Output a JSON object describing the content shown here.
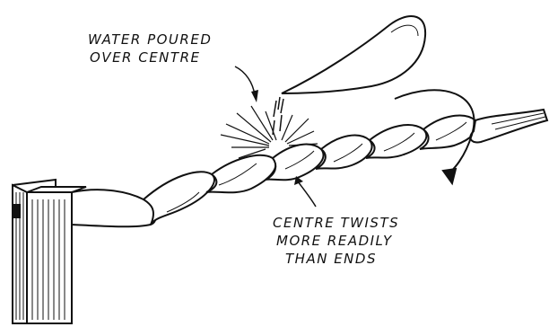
{
  "annotations": {
    "water": {
      "line1": "WATER POURED",
      "line2": "OVER CENTRE"
    },
    "centre": {
      "line1": "CENTRE TWISTS",
      "line2": "MORE READILY",
      "line3": "THAN ENDS"
    }
  },
  "colors": {
    "ink": "#111111",
    "paper": "#ffffff"
  }
}
